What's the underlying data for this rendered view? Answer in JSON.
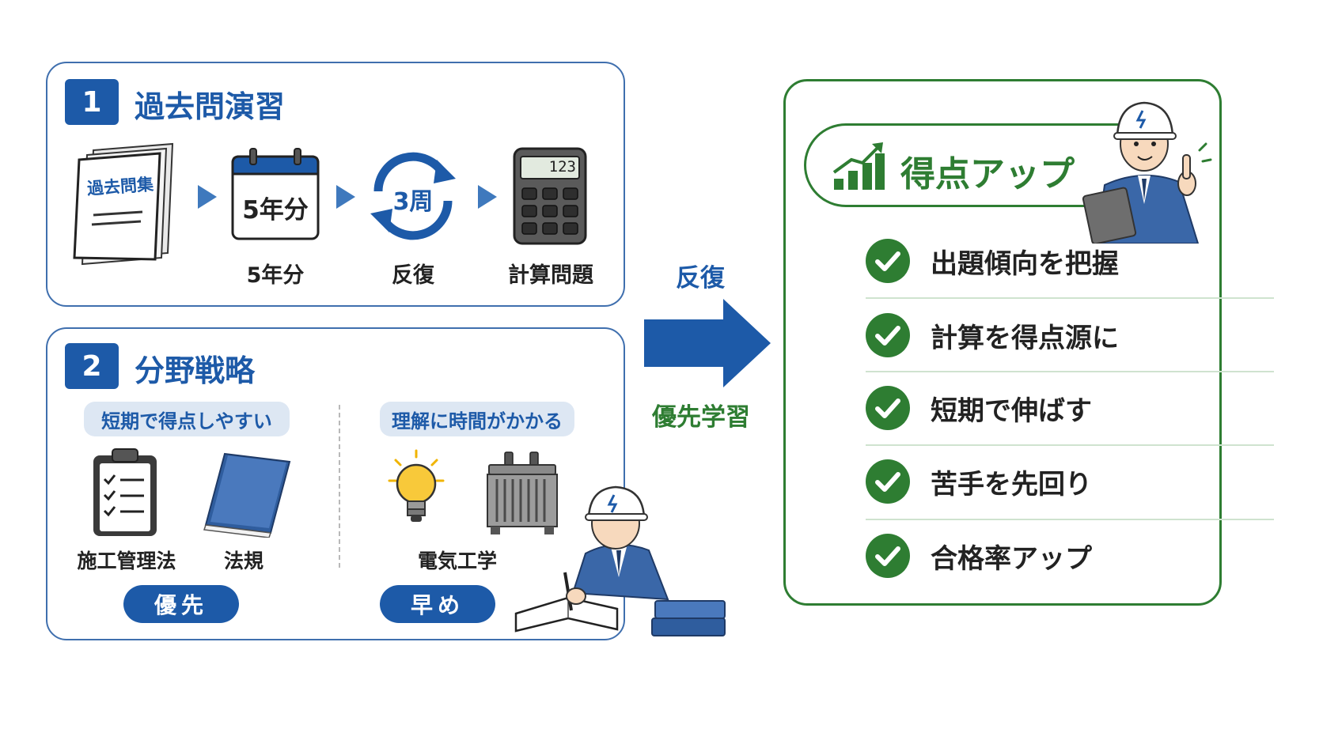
{
  "section1": {
    "number": "1",
    "title": "過去問演習",
    "book_cover_text": "過去問集",
    "calendar_text": "5年分",
    "cycle_text": "3周",
    "calculator_display": "123",
    "steps": [
      "5年分",
      "反復",
      "計算問題"
    ]
  },
  "section2": {
    "number": "2",
    "title": "分野戦略",
    "left_group": {
      "tag": "短期で得点しやすい",
      "items": [
        "施工管理法",
        "法規"
      ],
      "badge": "優先"
    },
    "right_group": {
      "tag": "理解に時間がかかる",
      "items": [
        "電気工学"
      ],
      "badge": "早め"
    }
  },
  "arrow": {
    "top_label": "反復",
    "bottom_label": "優先学習",
    "top_color": "#1d5aa8",
    "bottom_color": "#2e7d32"
  },
  "result": {
    "title": "得点アップ",
    "items": [
      "出題傾向を把握",
      "計算を得点源に",
      "短期で伸ばす",
      "苦手を先回り",
      "合格率アップ"
    ]
  },
  "colors": {
    "primary_blue": "#1d5aa8",
    "panel_border": "#3f6fae",
    "green": "#2e7d32",
    "pill_light": "#dde7f3"
  },
  "icons": [
    "past-exam-book-icon",
    "calendar-icon",
    "cycle-arrows-icon",
    "calculator-icon",
    "clipboard-icon",
    "book-icon",
    "lightbulb-icon",
    "transformer-icon",
    "chart-up-icon",
    "check-icon",
    "worker-icon"
  ]
}
